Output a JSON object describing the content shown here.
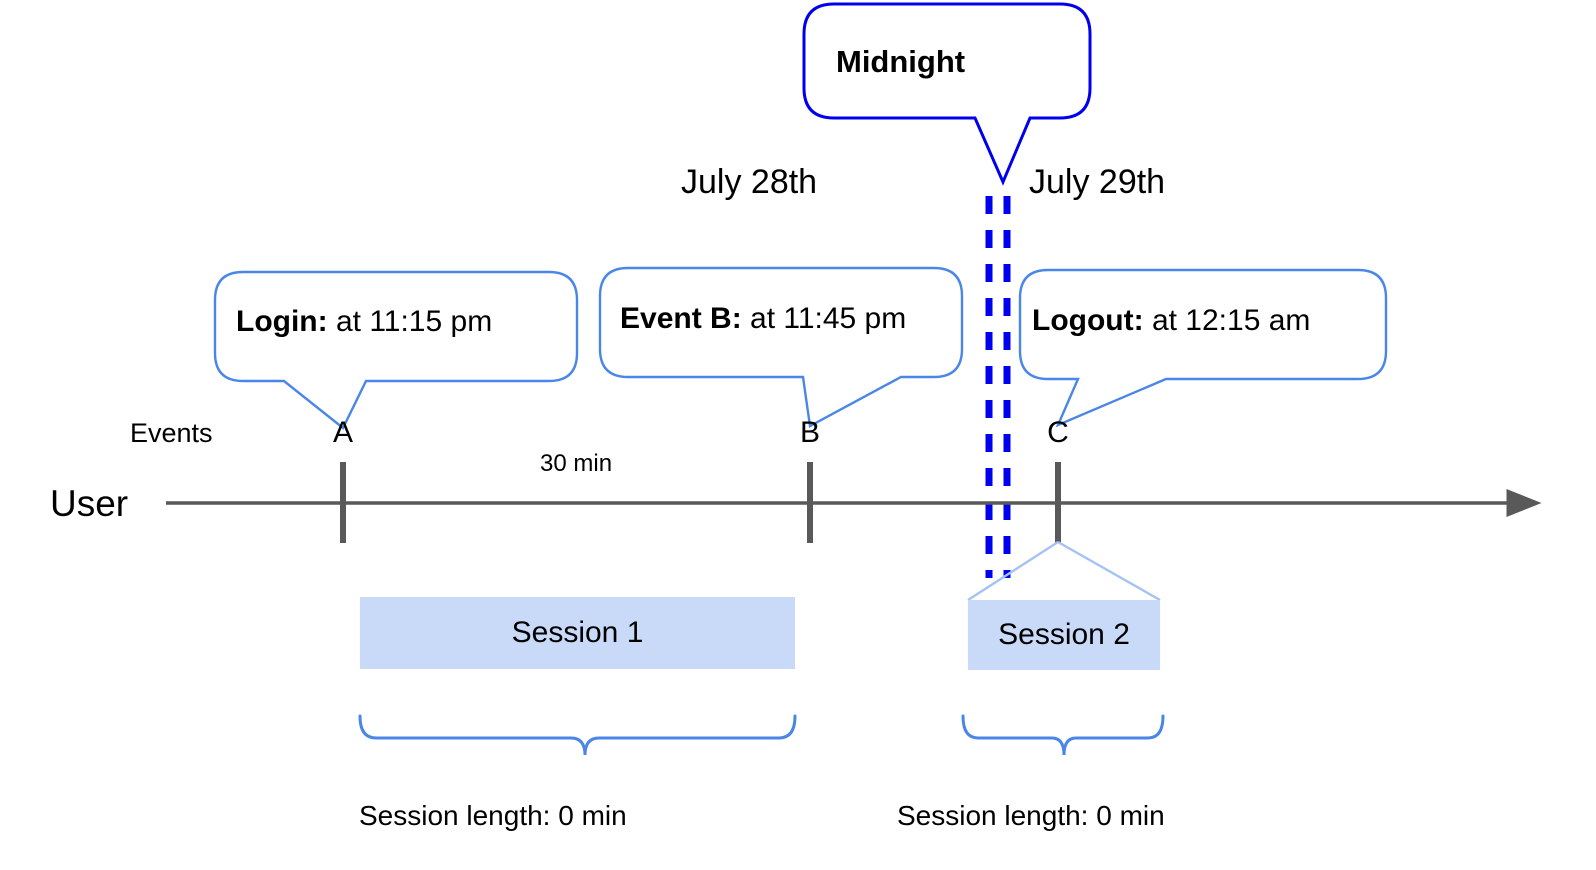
{
  "diagram": {
    "title_callout": {
      "label": "Midnight",
      "color": "#0000ee"
    },
    "dates": [
      {
        "label": "July 28th"
      },
      {
        "label": "July 29th"
      }
    ],
    "callouts": [
      {
        "name": "login",
        "bold": "Login:",
        "rest": " at 11:15 pm",
        "border": "#4a86e8"
      },
      {
        "name": "event-b",
        "bold": "Event B:",
        "rest": " at 11:45 pm",
        "border": "#4a86e8"
      },
      {
        "name": "logout",
        "bold": "Logout:",
        "rest": " at 12:15 am",
        "border": "#4a86e8"
      }
    ],
    "row_labels": {
      "events": "Events",
      "user": "User"
    },
    "events": [
      {
        "letter": "A"
      },
      {
        "letter": "B"
      },
      {
        "letter": "C"
      }
    ],
    "gap_label": "30 min",
    "sessions": [
      {
        "label": "Session 1",
        "length_label": "Session length: 0 min"
      },
      {
        "label": "Session 2",
        "length_label": "Session length: 0 min"
      }
    ],
    "colors": {
      "session_fill": "#c9daf8",
      "session_edge": "#a4c2f4",
      "axis": "#666666",
      "tick": "#595959",
      "callout_border": "#4a86e8",
      "midnight_blue": "#0000ee",
      "brace": "#4a86e8"
    }
  }
}
